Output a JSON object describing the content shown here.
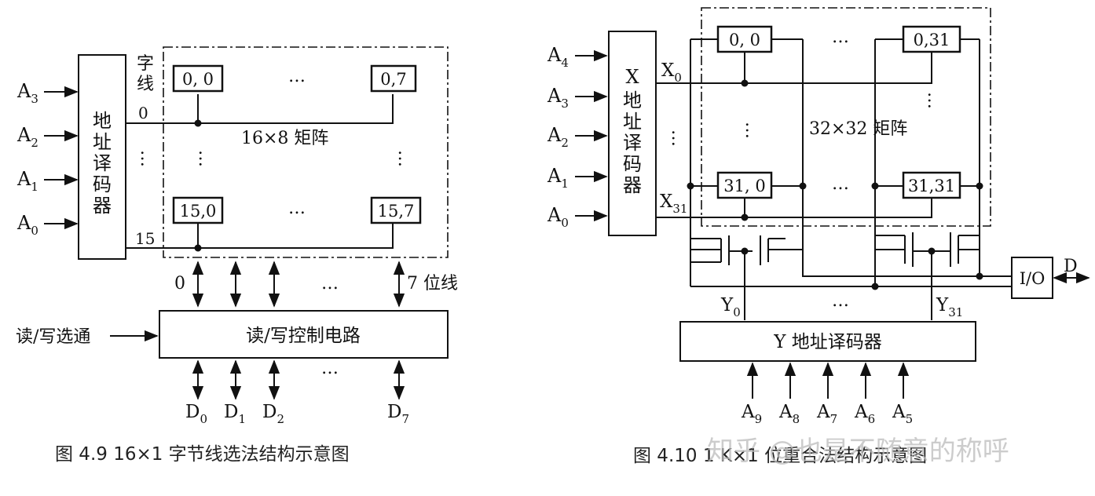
{
  "fig9": {
    "inputs": [
      "A",
      "A",
      "A",
      "A"
    ],
    "input_subs": [
      "3",
      "2",
      "1",
      "0"
    ],
    "decoder": [
      "地",
      "址",
      "译",
      "码",
      "器"
    ],
    "wordline_label": [
      "字",
      "线"
    ],
    "row0": "0",
    "row15": "15",
    "cells": [
      "0, 0",
      "0,7",
      "15,0",
      "15,7"
    ],
    "matrix_label": "16×8 矩阵",
    "ellipsis": "…",
    "bit0": "0",
    "bit7": "7 位线",
    "rw_select": "读/写选通",
    "rw_circuit": "读/写控制电路",
    "data_names": [
      "D",
      "D",
      "D",
      "D"
    ],
    "data_subs": [
      "0",
      "1",
      "2",
      "7"
    ],
    "caption": "图 4.9   16×1 字节线选法结构示意图"
  },
  "fig10": {
    "inputs": [
      "A",
      "A",
      "A",
      "A",
      "A"
    ],
    "input_subs": [
      "4",
      "3",
      "2",
      "1",
      "0"
    ],
    "decoder": [
      "X",
      "地",
      "址",
      "译",
      "码",
      "器"
    ],
    "x0": "X",
    "x0_sub": "0",
    "x31": "X",
    "x31_sub": "31",
    "cells": [
      "0, 0",
      "0,31",
      "31, 0",
      "31,31"
    ],
    "matrix_label": "32×32 矩阵",
    "ellipsis": "…",
    "y0": "Y",
    "y0_sub": "0",
    "y31": "Y",
    "y31_sub": "31",
    "io": "I/O",
    "d": "D",
    "y_decoder": "Y 地址译码器",
    "y_inputs": [
      "A",
      "A",
      "A",
      "A",
      "A"
    ],
    "y_input_subs": [
      "9",
      "8",
      "7",
      "6",
      "5"
    ],
    "caption": "图 4.10  1 K×1 位重合法结构示意图"
  },
  "watermark": "知乎 @也是不随意的称呼"
}
